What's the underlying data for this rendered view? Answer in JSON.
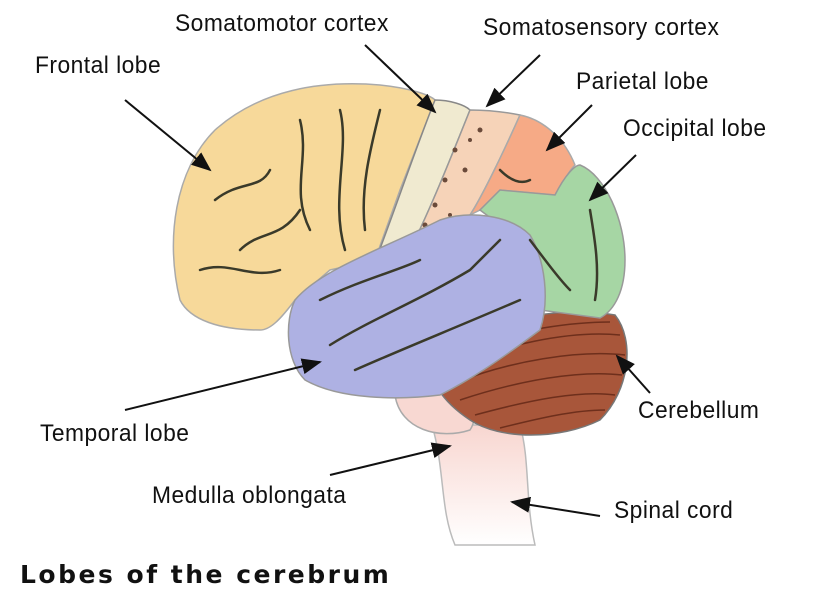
{
  "title": "Lobes of the cerebrum",
  "labels": {
    "somatomotor": "Somatomotor cortex",
    "somatosensory": "Somatosensory cortex",
    "frontal": "Frontal lobe",
    "parietal": "Parietal lobe",
    "occipital": "Occipital lobe",
    "cerebellum": "Cerebellum",
    "temporal": "Temporal lobe",
    "medulla": "Medulla oblongata",
    "spinal": "Spinal cord"
  },
  "colors": {
    "frontal": "#f7d99a",
    "somatomotor": "#f0ead0",
    "somatosensory": "#f6d3b8",
    "parietal": "#f6aa86",
    "occipital": "#a6d6a4",
    "temporal": "#aeb1e3",
    "cerebellum": "#a8563a",
    "brainstem": "#f8d8d2"
  }
}
